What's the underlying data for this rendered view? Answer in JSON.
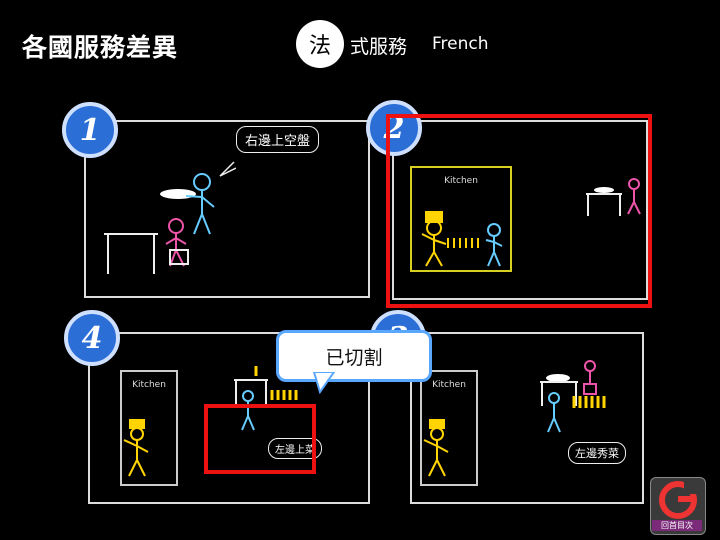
{
  "header": {
    "title": "各國服務差異",
    "circle_char": "法",
    "subtitle": "式服務",
    "subtitle_en": "French"
  },
  "panels": {
    "p1": {
      "badge": "1",
      "bubble": "右邊上空盤"
    },
    "p2": {
      "badge": "2",
      "kitchen": "Kitchen"
    },
    "p3": {
      "badge": "3",
      "kitchen": "Kitchen",
      "bubble": "左邊秀菜"
    },
    "p4": {
      "badge": "4",
      "kitchen": "Kitchen",
      "bubble": "左邊上菜"
    }
  },
  "callout": "已切割",
  "nav": {
    "label": "回首目次"
  },
  "colors": {
    "badge_blue": "#2b6fd6",
    "red": "#e11",
    "cyan": "#6cf",
    "magenta": "#e5a",
    "yellow": "#ffd400"
  }
}
